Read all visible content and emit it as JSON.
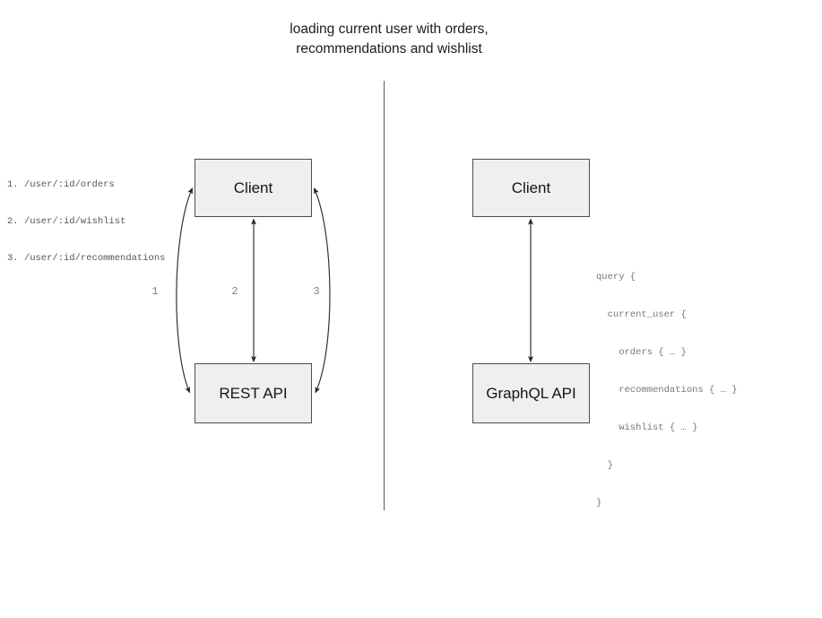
{
  "title": "loading current user with orders,\nrecommendations and wishlist",
  "rest_panel": {
    "client_label": "Client",
    "api_label": "REST API",
    "endpoints": [
      "1. /user/:id/orders",
      "2. /user/:id/wishlist",
      "3. /user/:id/recommendations"
    ],
    "arrow_labels": [
      "1",
      "2",
      "3"
    ]
  },
  "graphql_panel": {
    "client_label": "Client",
    "api_label": "GraphQL API",
    "query_lines": [
      "query {",
      "  current_user {",
      "    orders { … }",
      "    recommendations { … }",
      "    wishlist { … }",
      "  }",
      "}"
    ]
  },
  "colors": {
    "box_fill": "#efefef",
    "box_border": "#4d4d4d",
    "arrow_stroke": "#333333",
    "muted_text": "#787878",
    "divider": "#5a5a5a"
  }
}
